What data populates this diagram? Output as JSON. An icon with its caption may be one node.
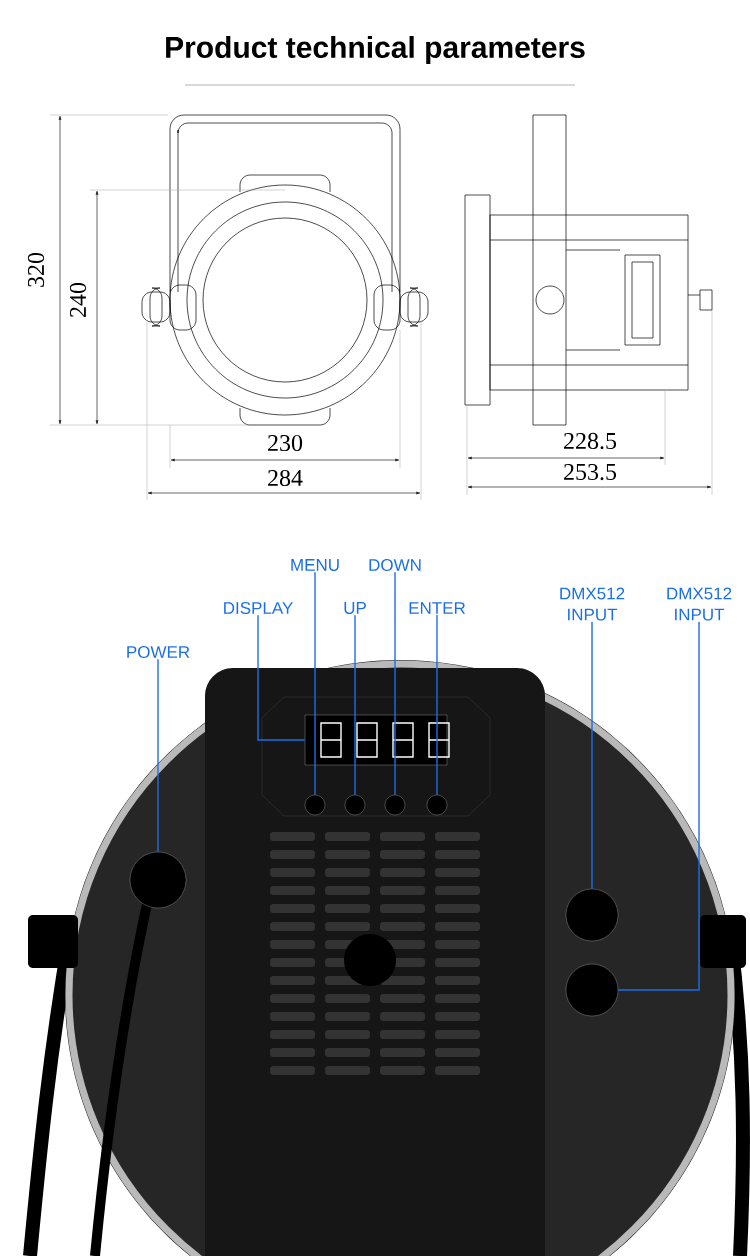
{
  "diagram": {
    "title": "Product technical parameters",
    "nodes": [
      {
        "text": [
          "MENU"
        ]
      },
      {
        "text": [
          "DOWN"
        ]
      },
      {
        "text": [
          "DISPLAY"
        ]
      },
      {
        "text": [
          "UP"
        ]
      },
      {
        "text": [
          "ENTER"
        ]
      },
      {
        "text": [
          "DMX512 INPUT"
        ]
      },
      {
        "text": [
          "DMX512 INPUT"
        ]
      },
      {
        "text": [
          "POWER"
        ]
      },
      {
        "text": [],
        "shape": "box"
      },
      {
        "text": [],
        "shape": "circle"
      },
      {
        "text": [],
        "shape": "circle"
      },
      {
        "text": [],
        "shape": "circle"
      },
      {
        "text": [],
        "shape": "circle"
      },
      {
        "text": [],
        "shape": "circle"
      },
      {
        "text": [],
        "shape": "circle"
      },
      {
        "text": [],
        "shape": "circle"
      }
    ],
    "edges": [
      {
        "from": 0,
        "to": 9,
        "arrow": "none"
      },
      {
        "from": 1,
        "to": 11,
        "arrow": "none"
      },
      {
        "from": 2,
        "to": 8,
        "arrow": "none"
      },
      {
        "from": 3,
        "to": 10,
        "arrow": "none"
      },
      {
        "from": 4,
        "to": 12,
        "arrow": "none"
      },
      {
        "from": 5,
        "to": 14,
        "arrow": "none"
      },
      {
        "from": 6,
        "to": 15,
        "arrow": "none"
      },
      {
        "from": 7,
        "to": 13,
        "arrow": "none"
      }
    ],
    "labels": [
      "320",
      "240",
      "230",
      "284",
      "228.5",
      "253.5"
    ]
  }
}
